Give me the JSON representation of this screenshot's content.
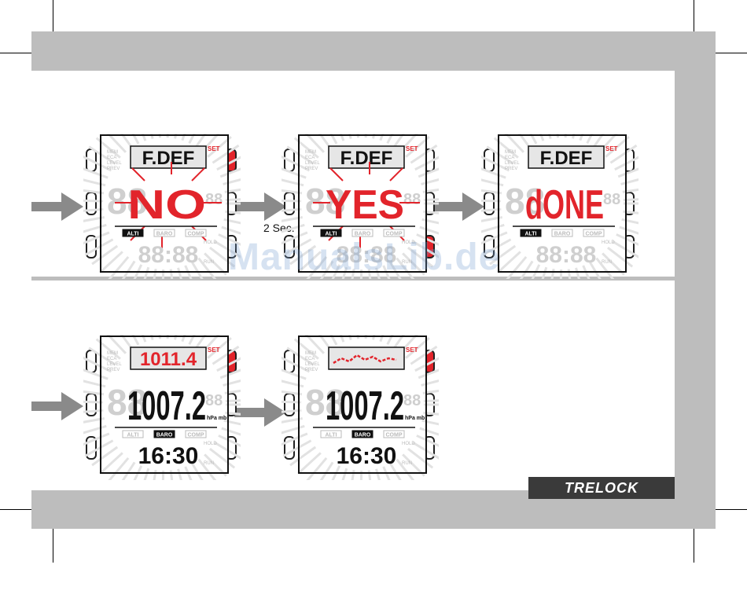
{
  "watermark": "ManualsLib.de",
  "brand": "TRELOCK",
  "step_label": "2 Sec.",
  "row1": [
    {
      "top": "F.DEF",
      "main": "NO",
      "main_color": "#e2242b",
      "mode": "ALTI",
      "bottom": "88:88",
      "flash": true
    },
    {
      "top": "F.DEF",
      "main": "YES",
      "main_color": "#e2242b",
      "mode": "ALTI",
      "bottom": "88:88",
      "flash": true
    },
    {
      "top": "F.DEF",
      "main": "dONE",
      "main_color": "#e2242b",
      "mode": "ALTI",
      "bottom": "88:88",
      "flash": false
    }
  ],
  "row2": [
    {
      "top": "1011.4",
      "top_color": "#e2242b",
      "main": "1007.2",
      "unit": "hPa mb",
      "mode": "BARO",
      "bottom": "16:30"
    },
    {
      "top": "graph",
      "top_color": "#e2242b",
      "main": "1007.2",
      "unit": "hPa mb",
      "mode": "BARO",
      "bottom": "16:30"
    }
  ],
  "colors": {
    "accent": "#e2242b",
    "frame": "#bdbdbd",
    "arrow": "#8a8a8a"
  }
}
